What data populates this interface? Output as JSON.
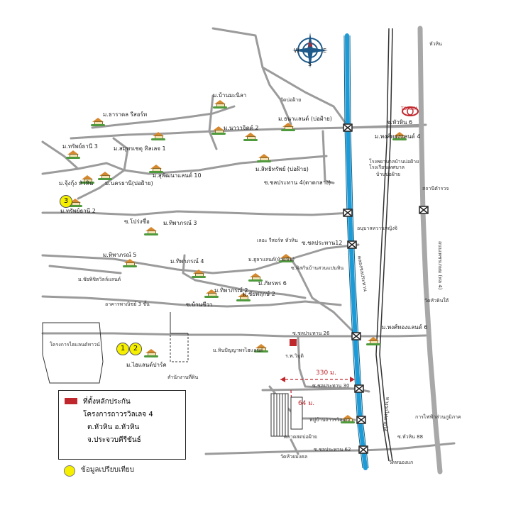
{
  "colors": {
    "river": "#1d9bd7",
    "road": "#9b9b9b",
    "railway": "#333333",
    "site": "#c0272d",
    "marker": "#f6f000"
  },
  "compass": {
    "n": "N",
    "s": "S",
    "e": "E",
    "w": "W"
  },
  "legend": {
    "site_label": "ที่ตั้งหลักประกัน",
    "project_line1": "โครงการถาวรวิลเลจ 4",
    "project_line2": "ต.หัวหิน อ.หัวหิน",
    "project_line3": "จ.ประจวบคีรีขันธ์",
    "compare_label": "ข้อมูลเปรียบเทียบ"
  },
  "markers": {
    "m1": "1",
    "m2": "2",
    "m3": "3"
  },
  "distances": {
    "d330": "330 ม.",
    "d64": "64 ม."
  },
  "brand": {
    "toyota": "TOYOTA"
  },
  "labels": {
    "baanmanila": "ม.บ้านมะนิลา",
    "watbortai": "วัดบ่อฝ้าย",
    "thara": "ม.ธาราดล รีสอร์ท",
    "nawachit": "ม.นาวาจิตต์ 2",
    "thanaland": "ม.ธนาแลนด์ (บ่อฝ้าย)",
    "hw6": "ซ.หัวหิน 6",
    "supphayanee3": "ม.ทรัพย์ธานี 3",
    "samutchet": "ม.สมุทรเชตุ ทิลเลจ 1",
    "phongthong4": "ม.พงศ์ทองแลนด์ 4",
    "chongkhao": "ม.จุ้งกุ้ง หัวหิน",
    "nakhonthanee": "ม.นครธานี(บ่อฝ้าย)",
    "suphayanee10": "ม.สุพัฒนาแลนด์ 10",
    "sithsap": "ม.สิทธิทรัพย์ (บ่อฝ้าย)",
    "hospital": "โรงพยาบาลบ้านบ่อฝ้าย",
    "school": "โรงเรียนเทศบาล",
    "bofai": "บ้านบ่อฝ้าย",
    "soilpa": "ซ.ชลประทาน 4(ตาดกลาง)",
    "supphayanee2": "ม.ทรัพย์ธานี 2",
    "sopsit": "ซ.โปร่งซื่อ",
    "thiphaporn3": "ม.ทิพาภรณ์ 3",
    "kindergarten": "อนุบาลหวานหญิงจิ",
    "chonpratan12": "ซ.ชลประทาน12",
    "resort": "เลอะ รีสอร์ท หัวหิน",
    "thiphaporn5": "ม.ทิพาภรณ์ 5",
    "thiphaporn4": "ม.ทิพาภรณ์ 4",
    "hulahin": "ม.ฮูลาแลนด์(ห้วยหิน)",
    "bansuan": "ซ.ดิสกันบ้านสวนแปนหิน",
    "village2": "ม.ชัยพิชิตวิลล์แลนด์",
    "pattaphon6": "ม.ภัทรพร 6",
    "thiphaporn2": "ม.ทิพาภรณ์ 2",
    "chaiyapruk2": "ม.ชัยพฤกษ์ 2",
    "baanchiwa": "ซ.บ้านชีวา",
    "thongbaan": "อาคารพาณิชย์ 3 ชั้น",
    "highland": "โครงการไฮแลนด์ทาวน์",
    "phongthong6": "ม.พงศ์ทองแลนด์ 6",
    "chonpratan26": "ซ.ชลประทาน 26",
    "hospital2": "ร.พ.วิมุติ",
    "hinpanya": "ม.หินปัญญาพรไฮแลนด์",
    "highlandpark": "ม.ไฮแลนด์ปาร์ค",
    "landtitle": "สำนักงานที่ดิน",
    "chonpratan30": "ซ.ชลประทาน 30",
    "market": "ตลาดสดบ่อฝ้าย",
    "watthet": "วัดห้วยมงคล",
    "mooban": "หมู่บ้านถาวรวิลเลจ",
    "chonpratan62": "ซ.ชลประทาน 62",
    "watnongkae": "วัดหนองแก",
    "soi88": "ซ.หัวหิน 88",
    "phetkasem": "ถนนเพชรเกษม (ทล 4)",
    "canal": "คลองชลประทาน",
    "railway": "ทางรถไฟสายใต้",
    "electric": "การไฟฟ้าส่วนภูมิภาค",
    "huahin_corner": "หัวหิน",
    "police": "สถานีตำรวจ",
    "temple_right": "วัดหัวหินใต้"
  }
}
